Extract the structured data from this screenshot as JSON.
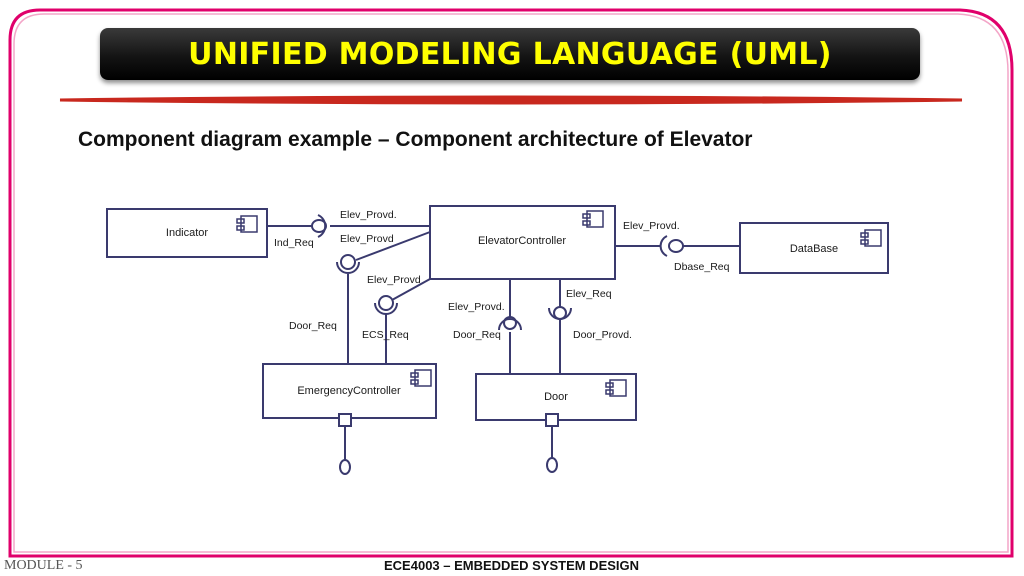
{
  "slide": {
    "title": "UNIFIED MODELING LANGUAGE (UML)",
    "subtitle": "Component diagram example – Component architecture of Elevator",
    "footer_left": "MODULE - 5",
    "footer_center": "ECE4003 – EMBEDDED SYSTEM DESIGN"
  },
  "colors": {
    "frame": "#e0006b",
    "title_bg": "#000000",
    "title_text": "#ffff00",
    "diagram_line": "#3a3a6e",
    "underline": "#c8281e"
  },
  "diagram": {
    "components": {
      "indicator": "Indicator",
      "elevator_controller": "ElevatorController",
      "database": "DataBase",
      "emergency_controller": "EmergencyController",
      "door": "Door"
    },
    "interface_labels": {
      "elev_provd_1": "Elev_Provd.",
      "ind_req": "Ind_Req",
      "elev_provd_2": "Elev_Provd",
      "elev_provd_3": "Elev_Provd",
      "door_req_left": "Door_Req",
      "ecs_req": "ECS_Req",
      "elev_provd_4": "Elev_Provd.",
      "door_req_mid": "Door_Req",
      "elev_req": "Elev_Req",
      "door_provd": "Door_Provd.",
      "elev_provd_db": "Elev_Provd.",
      "dbase_req": "Dbase_Req"
    }
  }
}
